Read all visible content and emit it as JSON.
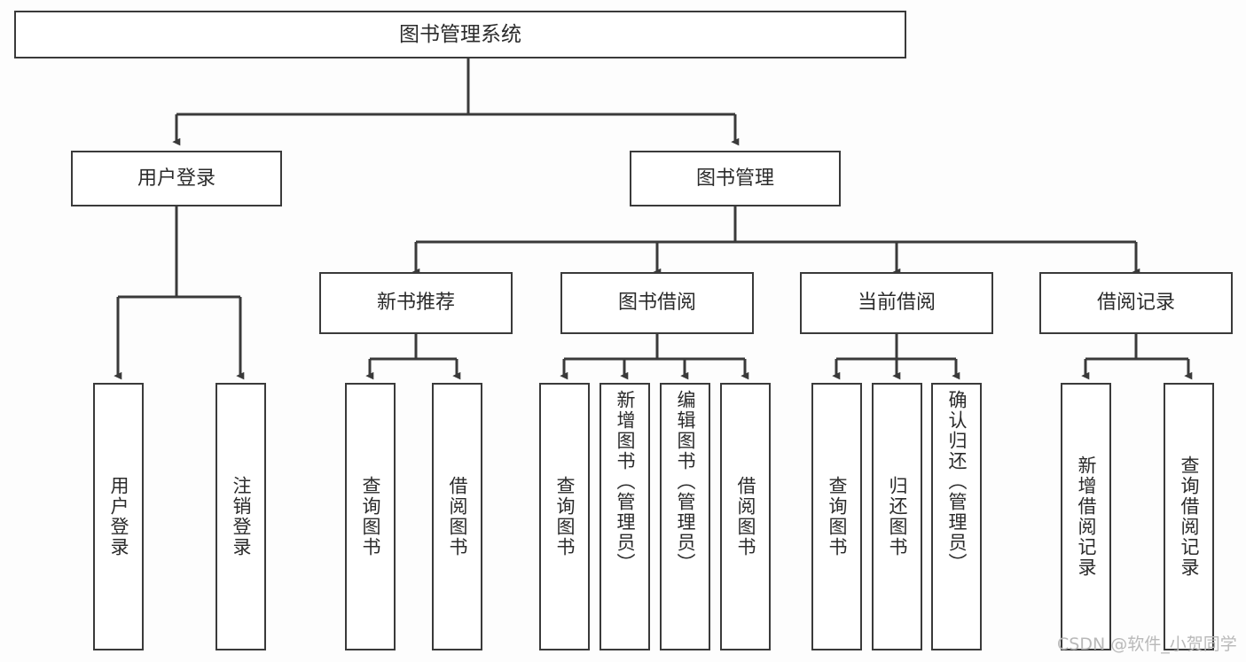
{
  "diagram": {
    "type": "tree-hierarchy",
    "title": "图书管理系统",
    "watermark": "CSDN @软件_小贺同学",
    "colors": {
      "background": "#fdfdfd",
      "box_fill": "#ffffff",
      "box_border": "#3a3a3a",
      "connector": "#3a3a3a",
      "text": "#2b2b2b",
      "watermark": "#b9b9b9"
    },
    "root": {
      "label": "图书管理系统"
    },
    "level2": [
      {
        "label": "用户登录"
      },
      {
        "label": "图书管理"
      }
    ],
    "level3": [
      {
        "label": "新书推荐"
      },
      {
        "label": "图书借阅"
      },
      {
        "label": "当前借阅"
      },
      {
        "label": "借阅记录"
      }
    ],
    "leaves": {
      "user_login": [
        {
          "label": "用户登录"
        },
        {
          "label": "注销登录"
        }
      ],
      "new_book_recommend": [
        {
          "label": "查询图书"
        },
        {
          "label": "借阅图书"
        }
      ],
      "book_borrow": [
        {
          "label": "查询图书"
        },
        {
          "label": "新增图书（管理员）"
        },
        {
          "label": "编辑图书（管理员）"
        },
        {
          "label": "借阅图书"
        }
      ],
      "current_borrow": [
        {
          "label": "查询图书"
        },
        {
          "label": "归还图书"
        },
        {
          "label": "确认归还（管理员）"
        }
      ],
      "borrow_record": [
        {
          "label": "新增借阅记录"
        },
        {
          "label": "查询借阅记录"
        }
      ]
    }
  }
}
